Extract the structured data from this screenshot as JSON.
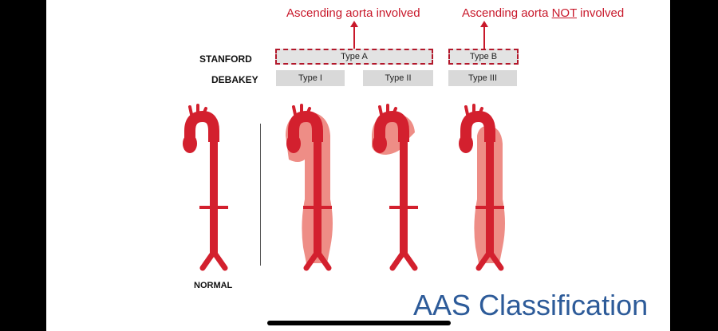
{
  "annotations": {
    "involved": "Ascending aorta involved",
    "not_involved_prefix": "Ascending aorta ",
    "not_involved_emph": "NOT",
    "not_involved_suffix": " involved"
  },
  "rows": {
    "stanford": "STANFORD",
    "debakey": "DEBAKEY"
  },
  "stanford_types": {
    "a": "Type A",
    "b": "Type B"
  },
  "debakey_types": {
    "i": "Type I",
    "ii": "Type II",
    "iii": "Type III"
  },
  "normal_label": "NORMAL",
  "title": "AAS Classification",
  "colors": {
    "aorta": "#d3202e",
    "dissection": "#ee8d86",
    "annotation": "#c8182a",
    "title": "#2d5b99"
  }
}
